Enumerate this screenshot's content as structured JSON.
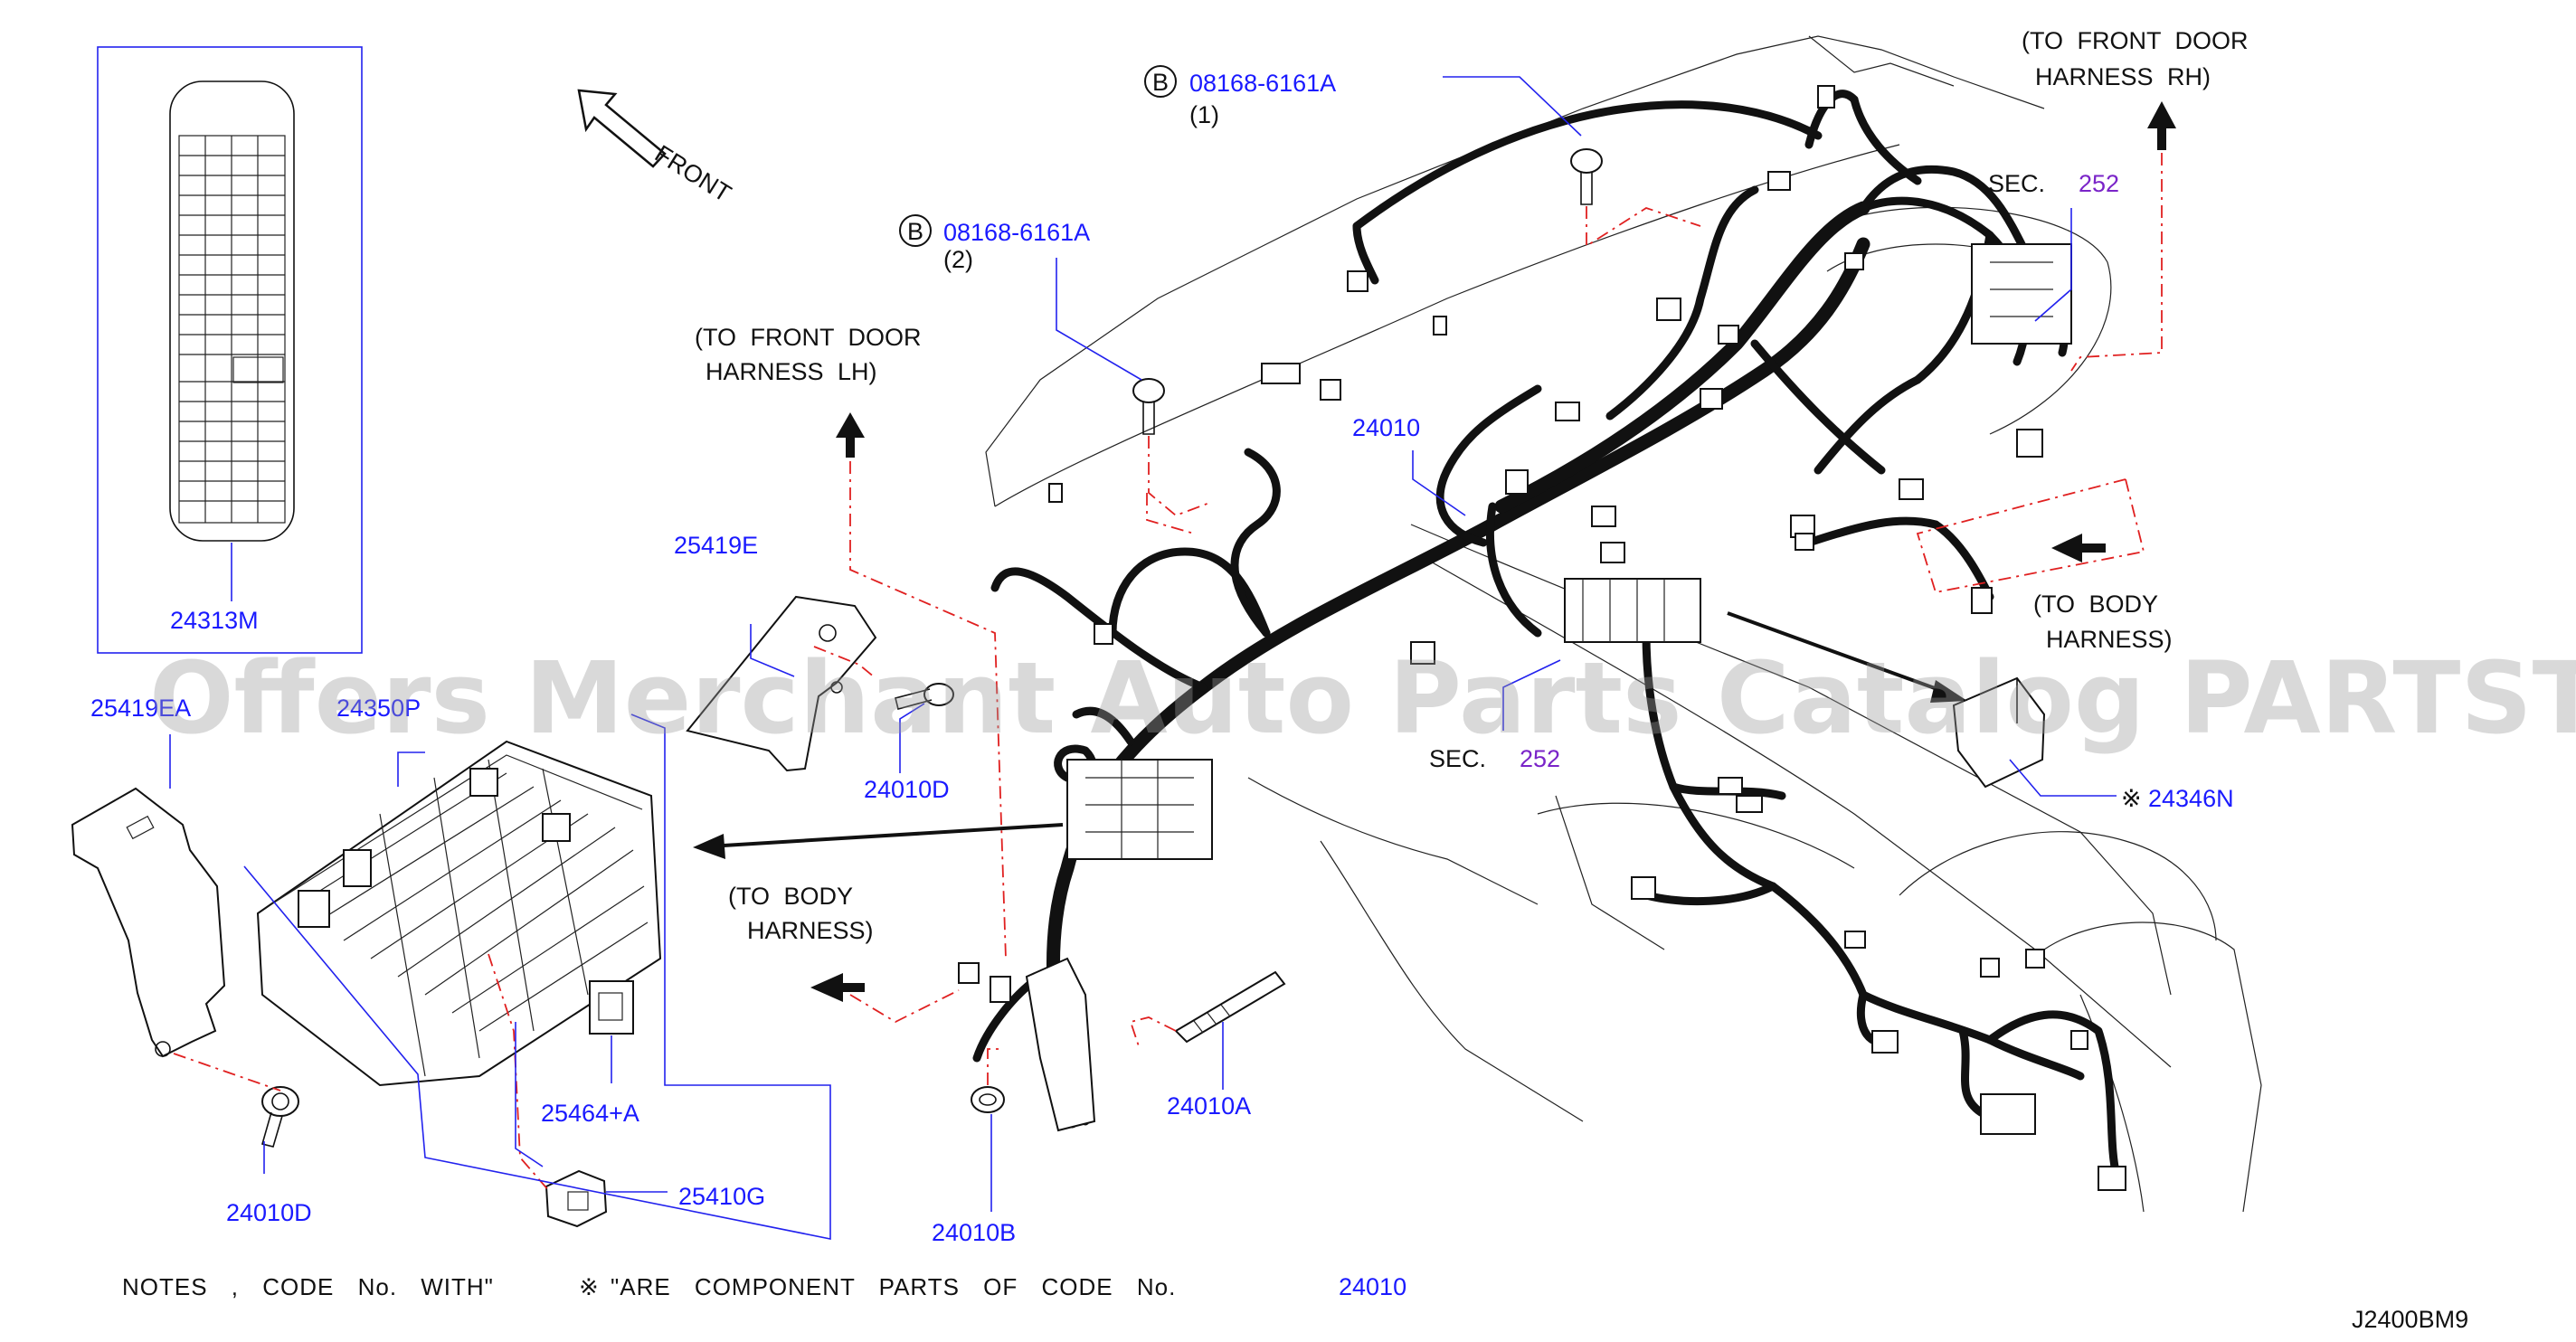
{
  "diagram": {
    "code": "J2400BM9",
    "watermark": "Offers Merchant Auto Parts Catalog PARTSTORE.SA",
    "front_label": "FRONT",
    "notes": {
      "text1": "NOTES , CODE No. WITH\"",
      "mark": "※",
      "text2": "\"ARE COMPONENT PARTS OF CODE No.",
      "code": "24010"
    },
    "directions": {
      "front_door_rh_1": "(TO FRONT DOOR",
      "front_door_rh_2": "HARNESS RH)",
      "front_door_lh_1": "(TO FRONT DOOR",
      "front_door_lh_2": "HARNESS LH)",
      "body_right_1": "(TO BODY",
      "body_right_2": "HARNESS)",
      "body_left_1": "(TO BODY",
      "body_left_2": "HARNESS)"
    },
    "sections": {
      "sec_top_label": "SEC.",
      "sec_top_num": "252",
      "sec_mid_label": "SEC.",
      "sec_mid_num": "252"
    },
    "bolts": [
      {
        "circle": "B",
        "part": "08168-6161A",
        "qty": "(1)"
      },
      {
        "circle": "B",
        "part": "08168-6161A",
        "qty": "(2)"
      }
    ],
    "parts": {
      "p24313M": "24313M",
      "p24010": "24010",
      "p25419E": "25419E",
      "p25419EA": "25419EA",
      "p24350P": "24350P",
      "p24010D_a": "24010D",
      "p24010D_b": "24010D",
      "p24346N_mark": "※",
      "p24346N": "24346N",
      "p25464A": "25464+A",
      "p25410G": "25410G",
      "p24010A": "24010A",
      "p24010B": "24010B"
    }
  }
}
